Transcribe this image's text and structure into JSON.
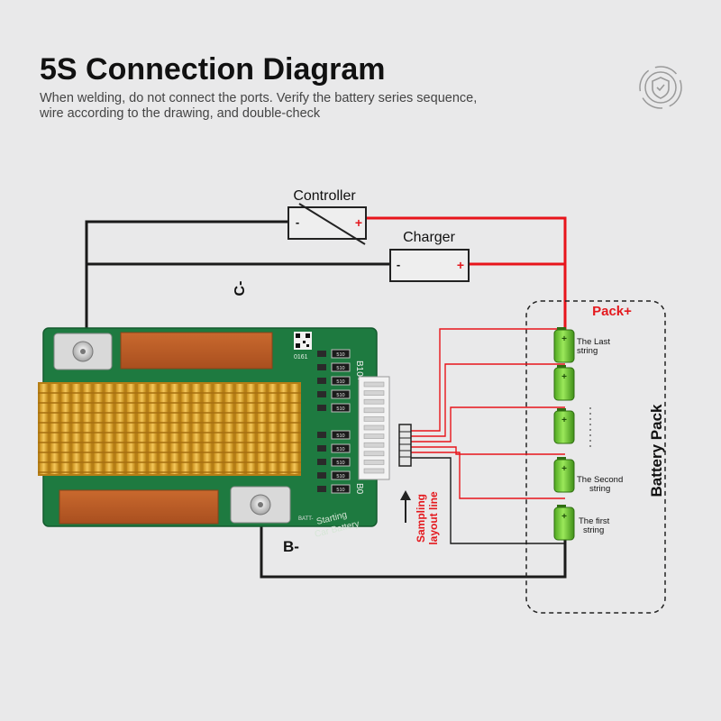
{
  "header": {
    "title": "5S Connection Diagram",
    "subtitle_line1": "When welding, do not connect the ports. Verify the battery series sequence,",
    "subtitle_line2": "wire according to the drawing, and double-check"
  },
  "icons": {
    "badge": "shield-check-icon"
  },
  "controller": {
    "label": "Controller",
    "neg": "-",
    "pos": "+"
  },
  "charger": {
    "label": "Charger",
    "neg": "-",
    "pos": "+"
  },
  "labels": {
    "c_terminal": "C-",
    "b_terminal": "B-",
    "pack_plus": "Pack+",
    "battery_pack": "Battery Pack",
    "sampling_line1": "Sampling",
    "sampling_line2": "layout line"
  },
  "board": {
    "code": "0161",
    "port_top": "B10+",
    "port_bottom": "B0",
    "silk_line1": "Starting",
    "silk_line2": "Car Battery",
    "batt_label": "BATT-",
    "resistors": [
      "510",
      "510",
      "510",
      "510",
      "510",
      "510",
      "510",
      "510",
      "510",
      "510"
    ]
  },
  "cells": {
    "last_line1": "The Last",
    "last_line2": "string",
    "second_line1": "The Second",
    "second_line2": "string",
    "first_line1": "The first",
    "first_line2": "string",
    "polarity": "+"
  },
  "colors": {
    "background": "#e9e9ea",
    "positive_wire": "#e8141b",
    "negative_wire": "#1a1a1a",
    "pcb": "#1e7a40",
    "heatsink": "#e3ad2f",
    "cell": "#7dd63a",
    "accent_red": "#e4181d"
  }
}
